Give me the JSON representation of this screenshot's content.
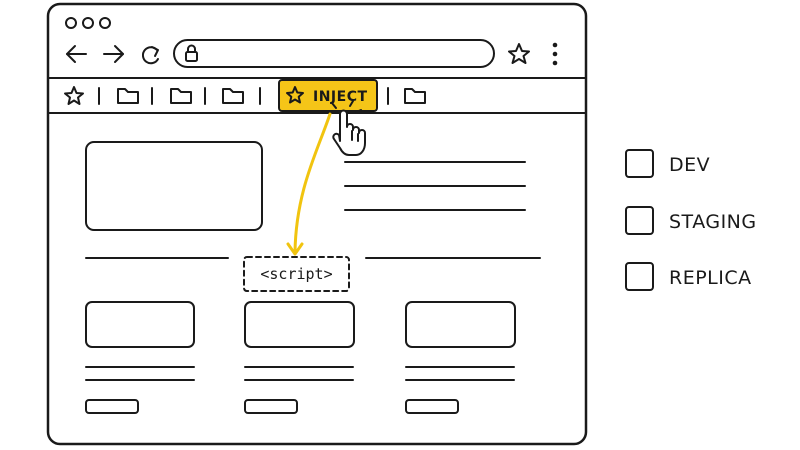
{
  "toolbar": {
    "inject_label": "INJECT"
  },
  "page": {
    "script_tag": "<script>"
  },
  "environments": [
    {
      "label": "DEV"
    },
    {
      "label": "STAGING"
    },
    {
      "label": "REPLICA"
    }
  ],
  "colors": {
    "ink": "#1a1a1a",
    "accent": "#f5c518",
    "arrow": "#f1c40f",
    "background": "#ffffff"
  },
  "icons": {
    "window_controls": "three-dots-icon",
    "back": "arrow-left-icon",
    "forward": "arrow-right-icon",
    "reload": "reload-icon",
    "lock": "lock-icon",
    "bookmark": "star-icon",
    "menu": "kebab-menu-icon",
    "folder": "folder-icon",
    "cursor": "hand-pointer-icon"
  }
}
